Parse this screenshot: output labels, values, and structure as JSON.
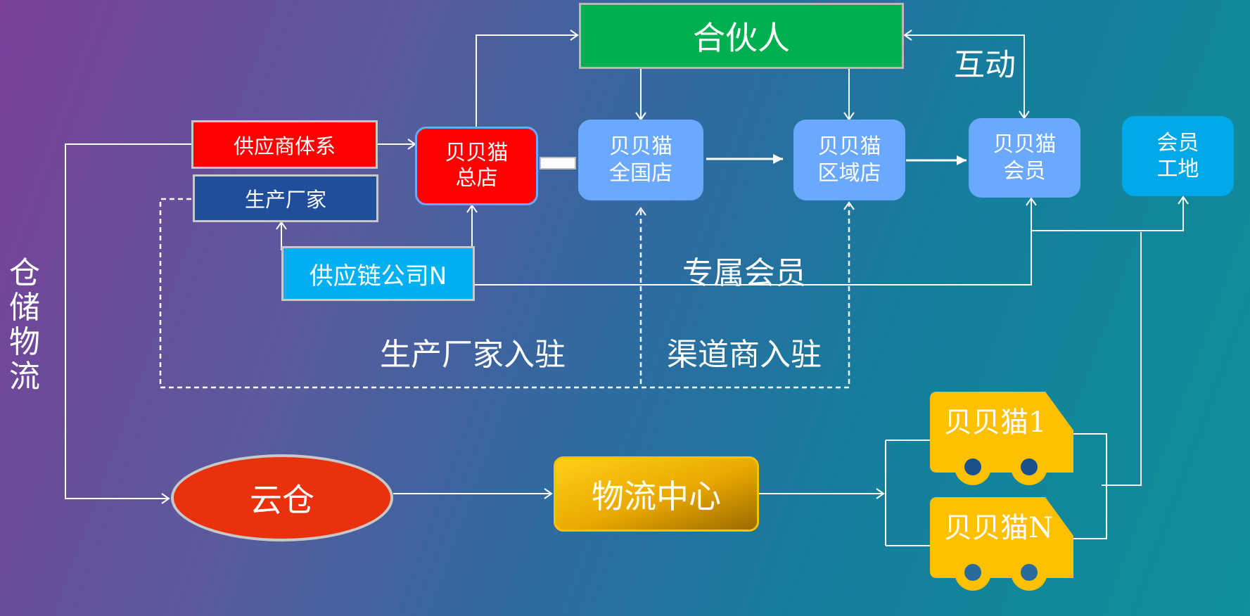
{
  "nodes": {
    "partner": "合伙人",
    "supplier_system": "供应商体系",
    "manufacturer": "生产厂家",
    "hq_store": [
      "贝贝猫",
      "总店"
    ],
    "national_store": [
      "贝贝猫",
      "全国店"
    ],
    "regional_store": [
      "贝贝猫",
      "区域店"
    ],
    "member": [
      "贝贝猫",
      "会员"
    ],
    "member_site": [
      "会员",
      "工地"
    ],
    "supply_chain_company": "供应链公司N",
    "cloud_warehouse": "云仓",
    "logistics_center": "物流中心",
    "truck_1": "贝贝猫1",
    "truck_n": "贝贝猫N"
  },
  "labels": {
    "interaction": "互动",
    "exclusive_member": "专属会员",
    "manufacturer_entry": "生产厂家入驻",
    "channel_entry": "渠道商入驻",
    "warehouse_logistics": [
      "仓",
      "储",
      "物",
      "流"
    ]
  },
  "colors": {
    "partner": "#00b050",
    "red": "#ff0000",
    "navy": "#1f4e9a",
    "store_blue": "#6aa9ff",
    "member_site": "#00a8e8",
    "supply_chain": "#00b0f0",
    "cloud": "#e8320e",
    "gold": "#ffc000"
  }
}
